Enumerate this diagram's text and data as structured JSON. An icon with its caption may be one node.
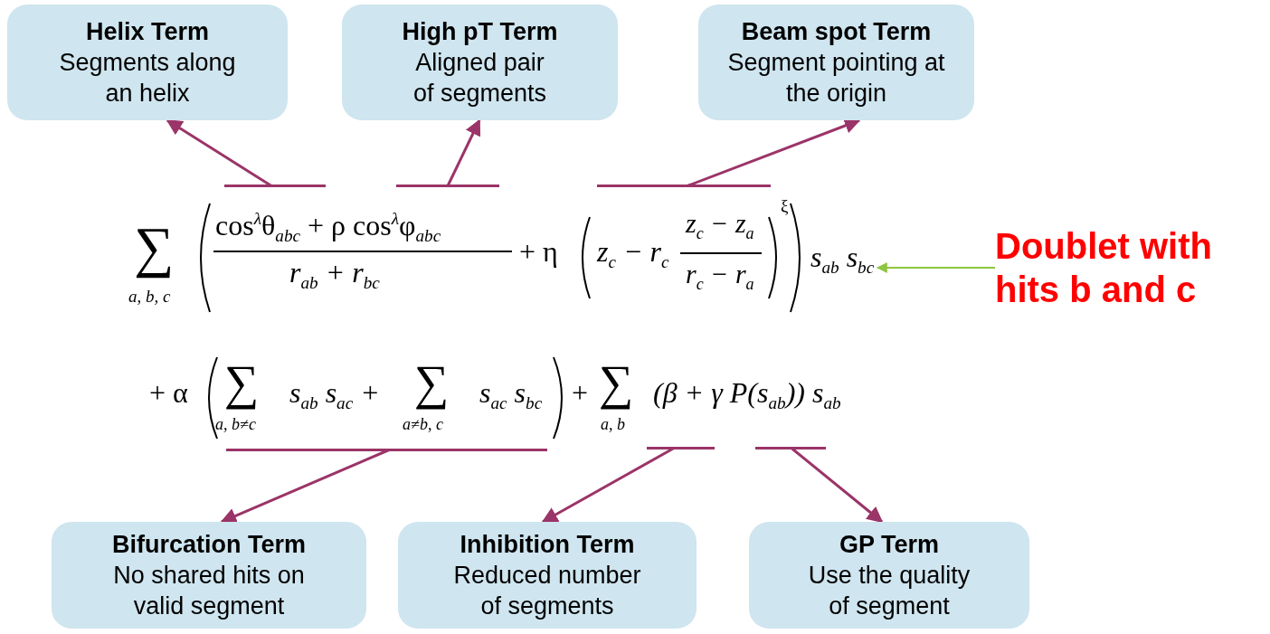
{
  "diagram": {
    "nodes": [
      {
        "text": [
          "Helix Term",
          "Segments along an helix"
        ]
      },
      {
        "text": [
          "High pT Term",
          "Aligned pair of segments"
        ]
      },
      {
        "text": [
          "Beam spot Term",
          "Segment pointing at the origin"
        ]
      },
      {
        "text": [],
        "shape": "bar"
      },
      {
        "text": [],
        "shape": "bar"
      },
      {
        "text": [],
        "shape": "bar"
      },
      {
        "text": [
          "s$_{ab}$ s$_{bc}$"
        ]
      },
      {
        "text": [
          "Doublet with hits b and c"
        ]
      },
      {
        "text": [],
        "shape": "bar"
      },
      {
        "text": [],
        "shape": "bar"
      },
      {
        "text": [],
        "shape": "bar"
      },
      {
        "text": [
          "Bifurcation Term",
          "No shared hits on valid segment"
        ]
      },
      {
        "text": [
          "Inhibition Term",
          "Reduced number of segments"
        ]
      },
      {
        "text": [
          "GP Term",
          "Use the quality of segment"
        ]
      }
    ],
    "edges": [
      {
        "from": 3,
        "to": 0,
        "arrow": "to"
      },
      {
        "from": 4,
        "to": 1,
        "arrow": "to"
      },
      {
        "from": 5,
        "to": 2,
        "arrow": "to"
      },
      {
        "from": 7,
        "to": 6,
        "arrow": "to",
        "color": "#8dc63f"
      },
      {
        "from": 8,
        "to": 11,
        "arrow": "to"
      },
      {
        "from": 9,
        "to": 12,
        "arrow": "to"
      },
      {
        "from": 10,
        "to": 13,
        "arrow": "to"
      }
    ],
    "labels": [
      "∑",
      "a, b, c",
      "cos$^{λ}$θ$_{abc}$ + ρ cos$^{λ}$φ$_{abc}$",
      "r$_{ab}$ + r$_{bc}$",
      "+ η",
      "z$_{c}$ − r$_{c}$",
      "z$_{c}$ − z$_{a}$",
      "r$_{c}$ − r$_{a}$",
      "ξ",
      "+ α",
      "∑",
      "a, b≠c",
      "s$_{ab}$ s$_{ac}$ +",
      "∑",
      "a≠b, c",
      "s$_{ac}$ s$_{bc}$",
      "+",
      "∑",
      "a, b",
      "(β + γ P(s$_{ab}$)) s$_{ab}$"
    ]
  }
}
